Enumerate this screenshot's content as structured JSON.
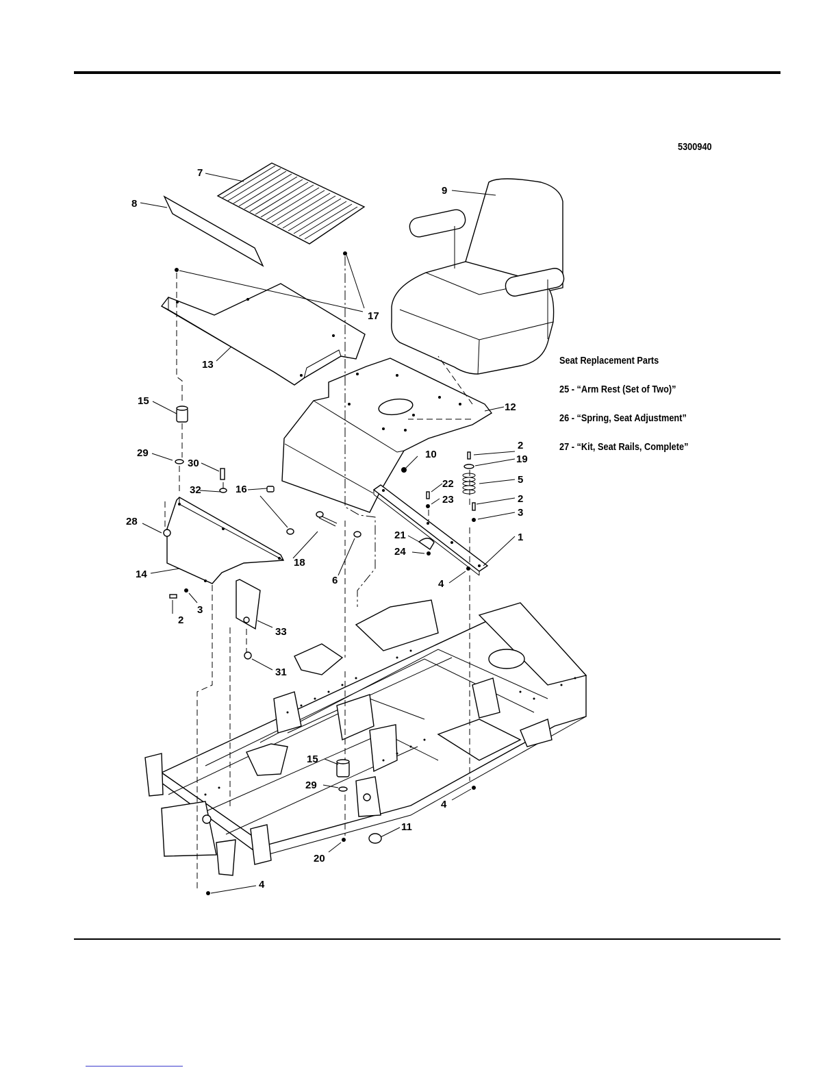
{
  "diagram_id": "5300940",
  "legend": {
    "title": "Seat Replacement  Parts",
    "items": [
      "25 - “Arm Rest (Set of Two)”",
      "26 - “Spring, Seat Adjustment”",
      "27 - “Kit, Seat Rails, Complete”"
    ]
  },
  "callouts": {
    "c1": "1",
    "c2a": "2",
    "c2b": "2",
    "c2c": "2",
    "c3a": "3",
    "c3b": "3",
    "c4a": "4",
    "c4b": "4",
    "c4c": "4",
    "c5": "5",
    "c6": "6",
    "c7": "7",
    "c8": "8",
    "c9": "9",
    "c10": "10",
    "c11": "11",
    "c12": "12",
    "c13": "13",
    "c14": "14",
    "c15a": "15",
    "c15b": "15",
    "c16": "16",
    "c17": "17",
    "c18": "18",
    "c19": "19",
    "c20": "20",
    "c21": "21",
    "c22": "22",
    "c23": "23",
    "c24": "24",
    "c28": "28",
    "c29a": "29",
    "c29b": "29",
    "c30": "30",
    "c31": "31",
    "c32": "32",
    "c33": "33"
  }
}
